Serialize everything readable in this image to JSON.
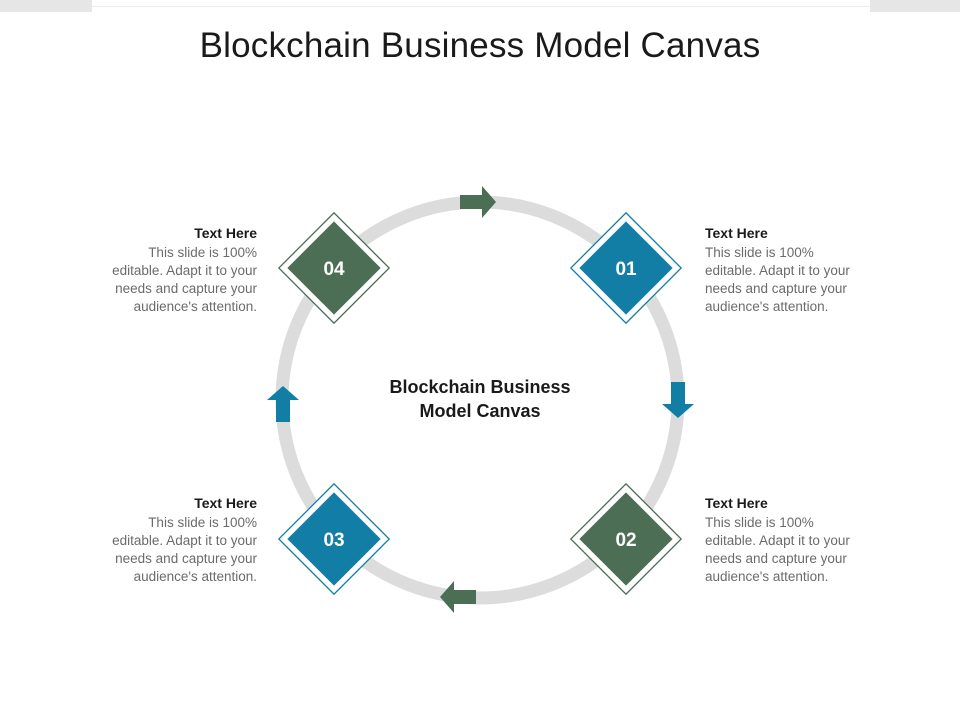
{
  "title": "Blockchain Business Model Canvas",
  "center": {
    "line1": "Blockchain Business",
    "line2": "Model Canvas"
  },
  "colors": {
    "teal": "#127ea6",
    "green": "#4b6e55",
    "ring": "#dcdcdc"
  },
  "steps": [
    {
      "number": "01",
      "heading": "Text Here",
      "text": "This slide is 100% editable. Adapt it to your needs and capture your audience's attention.",
      "color": "teal"
    },
    {
      "number": "02",
      "heading": "Text Here",
      "text": "This slide is 100% editable. Adapt it to your needs and capture your audience's attention.",
      "color": "green"
    },
    {
      "number": "03",
      "heading": "Text Here",
      "text": "This slide is 100% editable. Adapt it to your needs and capture your audience's attention.",
      "color": "teal"
    },
    {
      "number": "04",
      "heading": "Text Here",
      "text": "This slide is 100% editable. Adapt it to your needs and capture your audience's attention.",
      "color": "green"
    }
  ],
  "arrows": [
    {
      "direction": "right",
      "color": "green"
    },
    {
      "direction": "down",
      "color": "teal"
    },
    {
      "direction": "left",
      "color": "green"
    },
    {
      "direction": "up",
      "color": "teal"
    }
  ]
}
